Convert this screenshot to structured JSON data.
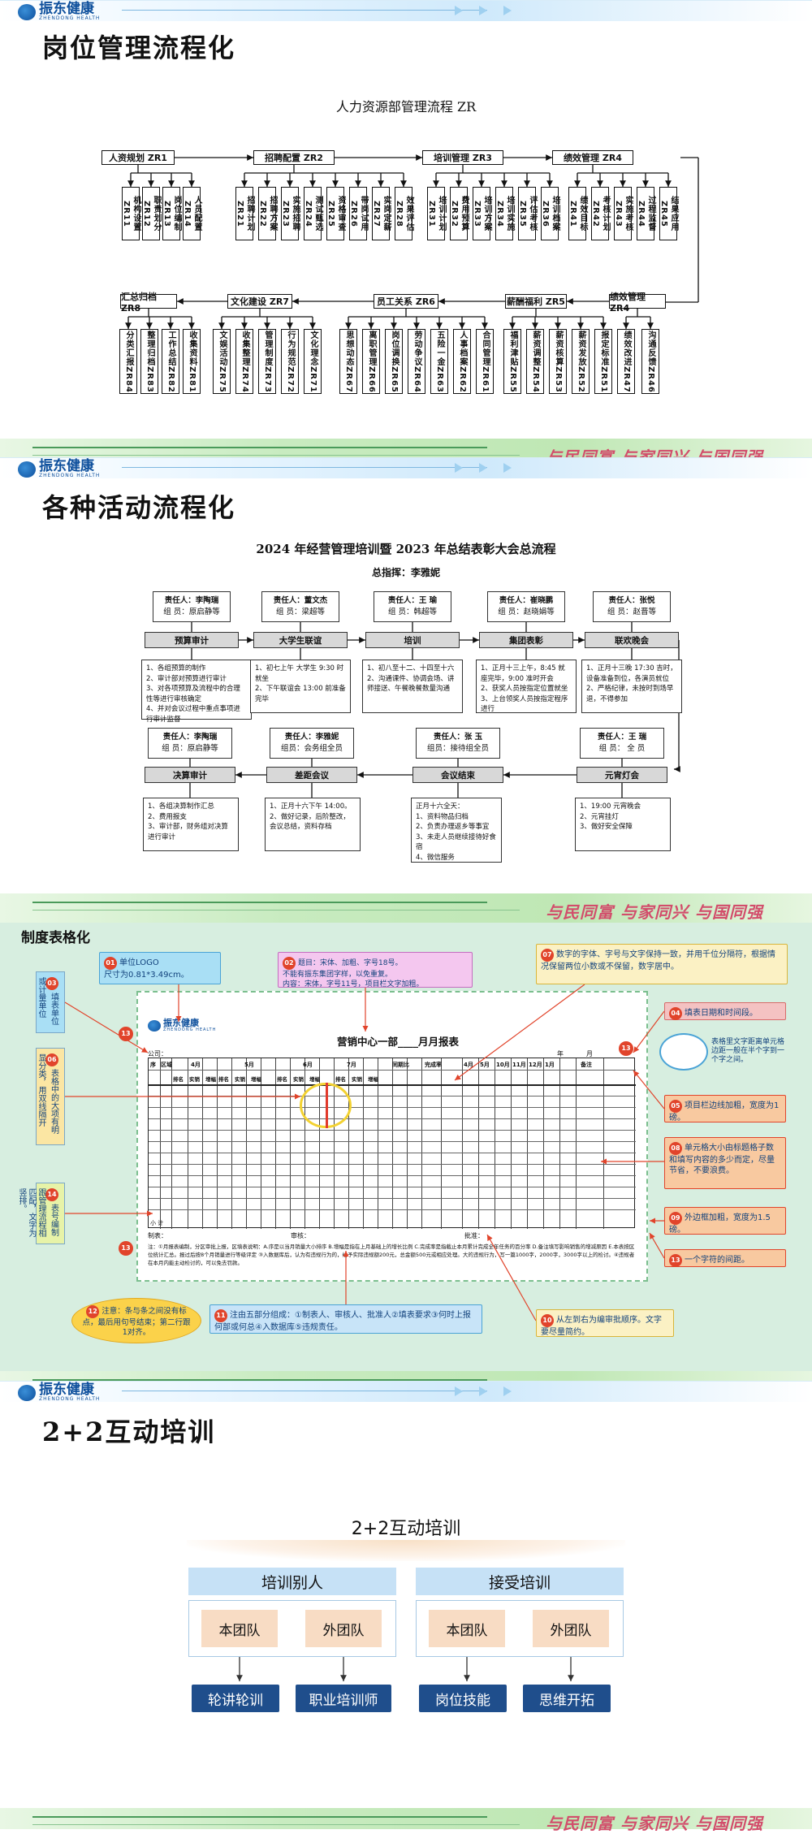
{
  "brand": {
    "logo_text": "振东健康",
    "logo_sub": "ZHENDONG HEALTH"
  },
  "footer_slogan": "与民同富 与家同兴 与国同强",
  "section1": {
    "title": "岗位管理流程化",
    "chart_title": "人力资源部管理流程 ZR",
    "row1_heads": [
      {
        "label": "人资规划 ZR1",
        "subs": [
          "机构设置ZR11",
          "职责划分ZR12",
          "岗位编制ZR13",
          "人员配置ZR14"
        ]
      },
      {
        "label": "招聘配置 ZR2",
        "subs": [
          "招聘计划ZR21",
          "招聘方案ZR22",
          "实施招聘ZR23",
          "测试甄选ZR24",
          "资格审查ZR25",
          "带岗试用ZR26",
          "实岗定薪ZR27",
          "效果评估ZR28"
        ]
      },
      {
        "label": "培训管理 ZR3",
        "subs": [
          "培训计划ZR31",
          "费用预算ZR32",
          "培训方案ZR33",
          "培训实施ZR34",
          "评估考核ZR35",
          "培训档案ZR36"
        ]
      },
      {
        "label": "绩效管理 ZR4",
        "subs": [
          "绩效目标ZR41",
          "考核计划ZR42",
          "实施考核ZR43",
          "过程监督ZR44",
          "结果应用ZR45"
        ]
      }
    ],
    "row2_heads": [
      {
        "label": "汇总归档 ZR8",
        "subs": [
          "分类汇报ZR84",
          "整理归档ZR83",
          "工作总结ZR82",
          "收集资料ZR81"
        ]
      },
      {
        "label": "文化建设 ZR7",
        "subs": [
          "文娱活动ZR75",
          "收集整理ZR74",
          "管理制度ZR73",
          "行为规范ZR72",
          "文化理念ZR71"
        ]
      },
      {
        "label": "员工关系 ZR6",
        "subs": [
          "思想动态ZR67",
          "离职管理ZR66",
          "岗位调换ZR65",
          "劳动争议ZR64",
          "五险一金ZR63",
          "人事档案ZR62",
          "合同管理ZR61"
        ]
      },
      {
        "label": "薪酬福利 ZR5",
        "subs": [
          "福利津贴ZR55",
          "薪资调整ZR54",
          "薪资核算ZR53",
          "薪资发放ZR52",
          "报定标准ZR51"
        ]
      },
      {
        "label": "绩效管理 ZR4",
        "subs": [
          "绩效改进ZR47",
          "沟通反馈ZR46"
        ]
      }
    ]
  },
  "section2": {
    "title": "各种活动流程化",
    "chart_title": "2024 年经营管理培训暨 2023 年总结表彰大会总流程",
    "director": "总指挥：李雅妮",
    "top_stages": [
      {
        "owner": "责任人：李陶瑞",
        "members": "组 员：原启静等",
        "stage": "预算审计",
        "details": [
          "1、各组预算的制作",
          "2、审计部对预算进行审计",
          "3、对各项预算及流程中的合理性等进行审核确定",
          "4、并对会议过程中重点事项进行审计监督"
        ]
      },
      {
        "owner": "责任人：董文杰",
        "members": "组 员：梁超等",
        "stage": "大学生联谊",
        "details": [
          "1、初七上午 大学生 9:30 时就坐",
          "2、下午联谊会 13:00 前准备完毕"
        ]
      },
      {
        "owner": "责任人：王 瑜",
        "members": "组 员：韩超等",
        "stage": "培训",
        "details": [
          "1、初八至十二、十四至十六",
          "2、沟通课件、协调会场、讲师接送、午餐晚餐数量沟通"
        ]
      },
      {
        "owner": "责任人：崔晓鹏",
        "members": "组 员：赵晓娟等",
        "stage": "集团表彰",
        "details": [
          "1、正月十三上午，8:45 就座完毕，9:00 准时开会",
          "2、获奖人员按指定位置就坐",
          "3、上台领奖人员按指定程序进行"
        ]
      },
      {
        "owner": "责任人：张悦",
        "members": "组 员：赵晋等",
        "stage": "联欢晚会",
        "details": [
          "1、正月十三晚 17:30 吉时，设备准备到位，各演员就位",
          "2、严格纪律，未按时到场早退，不得参加"
        ]
      }
    ],
    "bottom_stages": [
      {
        "owner": "责任人：李陶瑞",
        "members": "组 员：原启静等",
        "stage": "决算审计",
        "details": [
          "1、各组决算制作汇总",
          "2、费用报支",
          "3、审计部，财务组对决算进行审计"
        ]
      },
      {
        "owner": "责任人：李雅妮",
        "members": "组员：会务组全员",
        "stage": "差距会议",
        "details": [
          "1、正月十六下午 14:00。",
          "2、做好记录，后阶整改，会议总结，资料存档"
        ]
      },
      {
        "owner": "责任人：张 玉",
        "members": "组员：接待组全员",
        "stage": "会议结束",
        "details": [
          "正月十六全天：",
          "1、资料物品归档",
          "2、负责办理返乡等事宜",
          "3、未走人员继续接待好食宿",
          "4、微信服务"
        ]
      },
      {
        "owner": "责任人：王 瑞",
        "members": "组 员： 全 员",
        "stage": "元宵灯会",
        "details": [
          "1、19:00 元宵晚会",
          "2、元宵挂灯",
          "3、做好安全保障"
        ]
      }
    ]
  },
  "section3": {
    "title": "制度表格化",
    "report_title": "营销中心一部____月月报表",
    "notes": {
      "n01": "单位LOGO\n尺寸为0.81*3.49cm。",
      "n02": "题目：宋体、加粗、字号18号。\n不能有振东集团字样，以免重复。\n内容：宋体，字号11号，项目栏文字加粗。",
      "n03": "填表单位或计量单位",
      "n04": "填表日期和时间段。",
      "n05": "项目栏边线加粗，宽度为1磅。",
      "n06": "表格中的大项有明显分类，用双线隔开",
      "n07": "数字的字体、字号与文字保持一致，并用千位分隔符，根据情况保留两位小数或不保留，数字居中。",
      "n08": "单元格大小由标题格子数和填写内容的多少而定，尽量节省，不要浪费。",
      "n09": "外边框加粗，宽度为1.5磅。",
      "n10": "从左到右为编审批顺序。文字要尽量简约。",
      "n11": "注由五部分组成：①制表人、审核人、批准人②填表要求③何时上报何部或何总④入数据库⑤违规责任。",
      "n12": "注意：条与条之间没有标点，最后用句号结束；第二行跟1对齐。",
      "n13": "一个字符的间距。",
      "n14": "表号编制跟管理流程相匹配，文字为竖排。",
      "cell": "表格里文字距离单元格边距一般在半个字到一个字之间。"
    },
    "table": {
      "top_labels": {
        "company": "公司：",
        "year": "年",
        "month": "月",
        "bottom_left": "小 计",
        "maker": "制表：",
        "reviewer": "审核：",
        "approver": "批准："
      },
      "headers1": [
        "序",
        "区域",
        "4月",
        "5月",
        "6月",
        "7月",
        "同期比",
        "完成率",
        "4月",
        "5月",
        "10月",
        "11月",
        "12月",
        "1月",
        "备注"
      ],
      "sub": [
        "排名",
        "实销",
        "增幅"
      ]
    },
    "footnote": "注：①月报表编制，分区审批上报，区填表说明：A.序是以当月销量大小排序 B.增幅是指在上月基础上的增长比例 C.完成率是指截止本月累计完成全年任务的百分率 D.备注填写影响销售的增减原因 E.本表按区位统计汇总。报过后按8个月销量进行等级评定 ③入数据库后，认为有违规行为的，给予实际违规额200元，总金额500元或相应处理。大的违规行为，写一篇1000字，2000字，3000字以上的检讨。④违规者在本月内能主动检讨的，可以免去罚款。"
  },
  "section4": {
    "title": "2+2互动培训",
    "chart_title": "2+2互动培训",
    "groups": [
      {
        "label": "培训别人",
        "teams": [
          "本团队",
          "外团队"
        ],
        "outcomes": [
          "轮讲轮训",
          "职业培训师"
        ]
      },
      {
        "label": "接受培训",
        "teams": [
          "本团队",
          "外团队"
        ],
        "outcomes": [
          "岗位技能",
          "思维开拓"
        ]
      }
    ]
  }
}
